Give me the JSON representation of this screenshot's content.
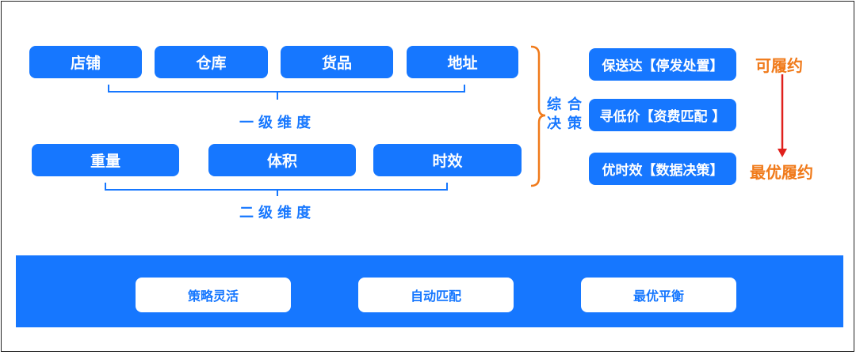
{
  "first_level": {
    "items": [
      "店铺",
      "仓库",
      "货品",
      "地址"
    ],
    "caption": "一级维度"
  },
  "second_level": {
    "items": [
      "重量",
      "体积",
      "时效"
    ],
    "caption": "二级维度"
  },
  "decision": {
    "label_line1": "综合",
    "label_line2": "决策"
  },
  "strategies": [
    "保送达【停发处置】",
    "寻低价【资费匹配 】",
    "优时效【数据决策】"
  ],
  "outcomes": {
    "top": "可履约",
    "bottom": "最优履约"
  },
  "footer": {
    "items": [
      "策略灵活",
      "自动匹配",
      "最优平衡"
    ]
  },
  "colors": {
    "primary": "#1677ff",
    "accent": "#f07a1a",
    "arrow": "#e0201c"
  }
}
